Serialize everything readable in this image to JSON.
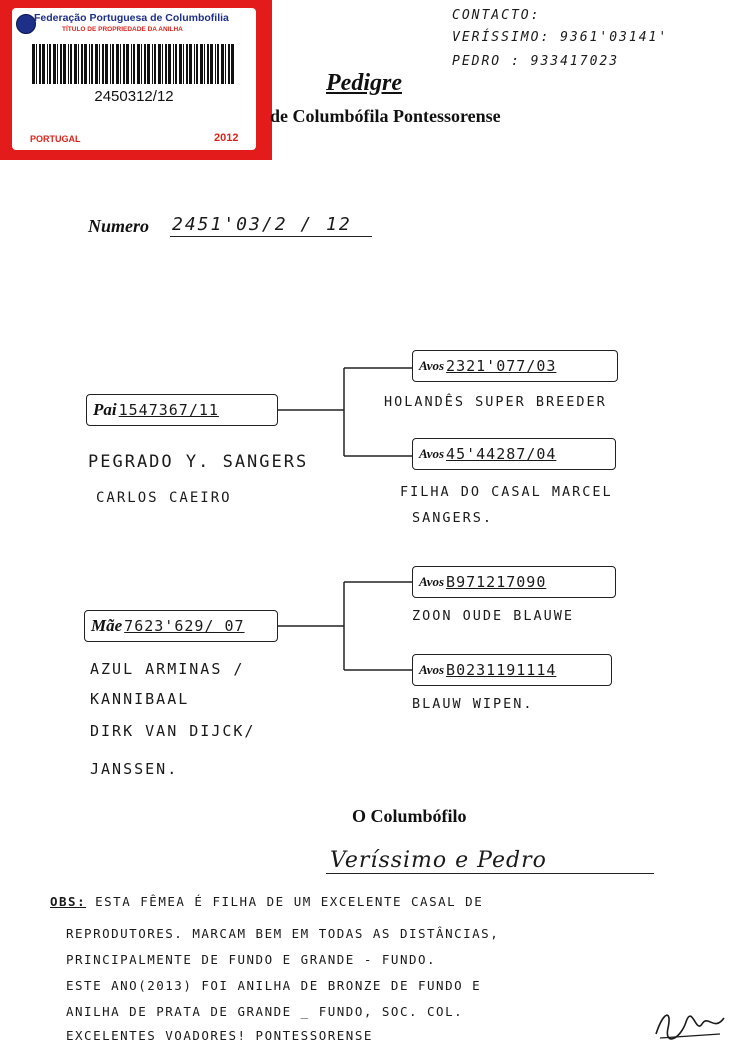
{
  "ring_card": {
    "federation": "Federação Portuguesa de Columbofilia",
    "subtitle": "TÍTULO DE PROPRIEDADE DA ANILHA",
    "ring_number": "2450312/12",
    "country": "PORTUGAL",
    "year": "2012"
  },
  "contact": {
    "heading": "CONTACTO:",
    "line1": "VERÍSSIMO: 9361'03141'",
    "line2": "PEDRO : 933417023"
  },
  "header": {
    "title": "Pedigre",
    "subtitle": "de Columbófila Pontessorense"
  },
  "numero": {
    "label": "Numero",
    "value": "2451'03/2 / 12"
  },
  "father": {
    "label": "Pai",
    "ring": "1547367/11",
    "notes": [
      "PEGRADO Y. SANGERS",
      "CARLOS CAEIRO"
    ]
  },
  "mother": {
    "label": "Mãe",
    "ring": "7623'629/ 07",
    "notes": [
      "AZUL ARMINAS /",
      "KANNIBAAL",
      "DIRK VAN DIJCK/",
      "JANSSEN."
    ]
  },
  "grandparents": [
    {
      "label": "Avos",
      "ring": "2321'077/03",
      "notes": [
        "HOLANDÊS SUPER BREEDER"
      ]
    },
    {
      "label": "Avos",
      "ring": "45'44287/04",
      "notes": [
        "FILHA DO CASAL MARCEL",
        "SANGERS."
      ]
    },
    {
      "label": "Avos",
      "ring": "B971217090",
      "notes": [
        "ZOON OUDE BLAUWE"
      ]
    },
    {
      "label": "Avos",
      "ring": "B0231191114",
      "notes": [
        "BLAUW WIPEN."
      ]
    }
  ],
  "footer": {
    "heading": "O Columbófilo",
    "signature": "Veríssimo e Pedro",
    "obs_label": "OBS:",
    "obs_lines": [
      " ESTA FÊMEA É FILHA DE UM EXCELENTE CASAL DE",
      "REPRODUTORES. MARCAM BEM EM TODAS AS DISTÂNCIAS,",
      "PRINCIPALMENTE DE FUNDO E GRANDE - FUNDO.",
      "ESTE ANO(2013) FOI ANILHA DE BRONZE DE FUNDO E",
      "ANILHA DE PRATA DE GRANDE _ FUNDO, SOC. COL.",
      "EXCELENTES VOADORES!     PONTESSORENSE"
    ]
  }
}
